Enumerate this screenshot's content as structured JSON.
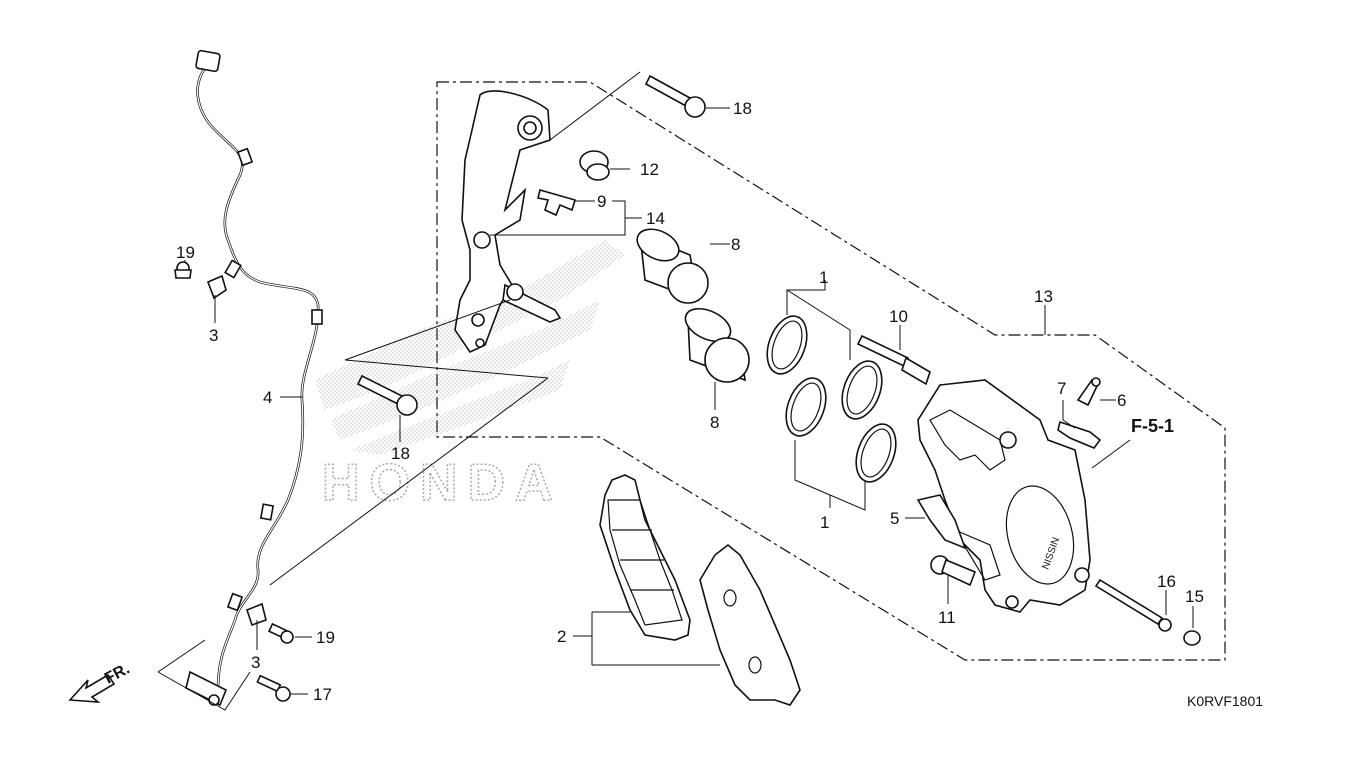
{
  "diagram": {
    "code": "K0RVF1801",
    "ref_label": "F-5-1",
    "direction_label": "FR.",
    "watermark_text": "HONDA",
    "caliper_text": "NISSIN",
    "callouts": {
      "n1a": "1",
      "n1b": "1",
      "n2": "2",
      "n3a": "3",
      "n3b": "3",
      "n4": "4",
      "n5": "5",
      "n6": "6",
      "n7": "7",
      "n8a": "8",
      "n8b": "8",
      "n9": "9",
      "n10": "10",
      "n11": "11",
      "n12": "12",
      "n13": "13",
      "n14": "14",
      "n15": "15",
      "n16": "16",
      "n17": "17",
      "n18a": "18",
      "n18b": "18",
      "n19a": "19",
      "n19b": "19"
    }
  }
}
